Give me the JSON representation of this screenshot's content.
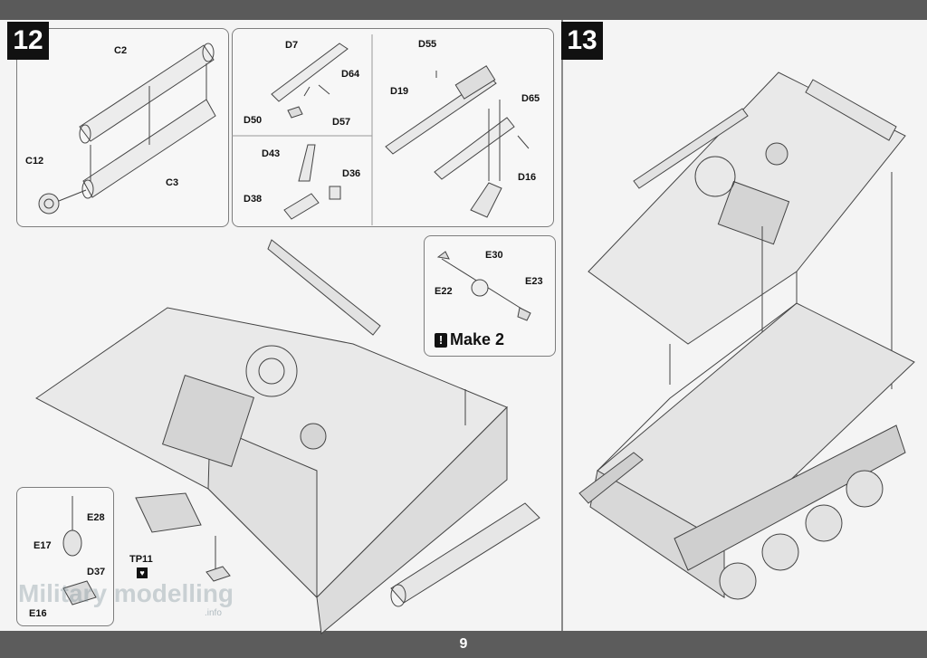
{
  "step_12": {
    "number": "12"
  },
  "step_13": {
    "number": "13"
  },
  "page_number": "9",
  "make_note": {
    "icon": "!",
    "text": "Make 2"
  },
  "labels": {
    "c2": "C2",
    "c3": "C3",
    "c12": "C12",
    "d7": "D7",
    "d64": "D64",
    "d50": "D50",
    "d57": "D57",
    "d43": "D43",
    "d36": "D36",
    "d38": "D38",
    "d55": "D55",
    "d19": "D19",
    "d65": "D65",
    "d16": "D16",
    "e30": "E30",
    "e22": "E22",
    "e23": "E23",
    "e28": "E28",
    "e17": "E17",
    "d37": "D37",
    "e16": "E16",
    "tp11": "TP11"
  },
  "watermark": {
    "text": "Military modelling",
    "sub": ".info"
  },
  "colors": {
    "band": "#5a5a5a",
    "step_box": "#111111",
    "paper": "#f4f4f4"
  }
}
